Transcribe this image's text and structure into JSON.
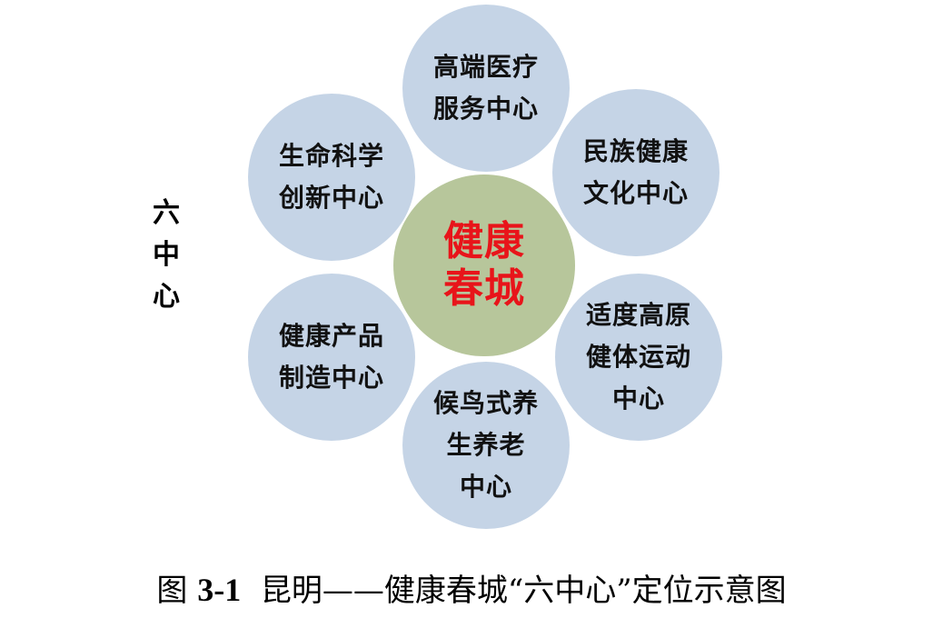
{
  "side_label": [
    "六",
    "中",
    "心"
  ],
  "center": {
    "lines": [
      "健康",
      "春城"
    ],
    "text_color": "#e8141a",
    "fill": "#b7c69b"
  },
  "petal_fill": "#c5d4e6",
  "petals": [
    {
      "id": "top",
      "lines": [
        "高端医疗",
        "服务中心"
      ]
    },
    {
      "id": "upper-left",
      "lines": [
        "生命科学",
        "创新中心"
      ]
    },
    {
      "id": "upper-right",
      "lines": [
        "民族健康",
        "文化中心"
      ]
    },
    {
      "id": "lower-left",
      "lines": [
        "健康产品",
        "制造中心"
      ]
    },
    {
      "id": "lower-right",
      "lines": [
        "适度高原",
        "健体运动",
        "中心"
      ]
    },
    {
      "id": "bottom",
      "lines": [
        "候鸟式养",
        "生养老",
        "中心"
      ]
    }
  ],
  "caption": {
    "prefix": "图 ",
    "number": "3-1",
    "text": "  昆明——健康春城“六中心”定位示意图"
  }
}
